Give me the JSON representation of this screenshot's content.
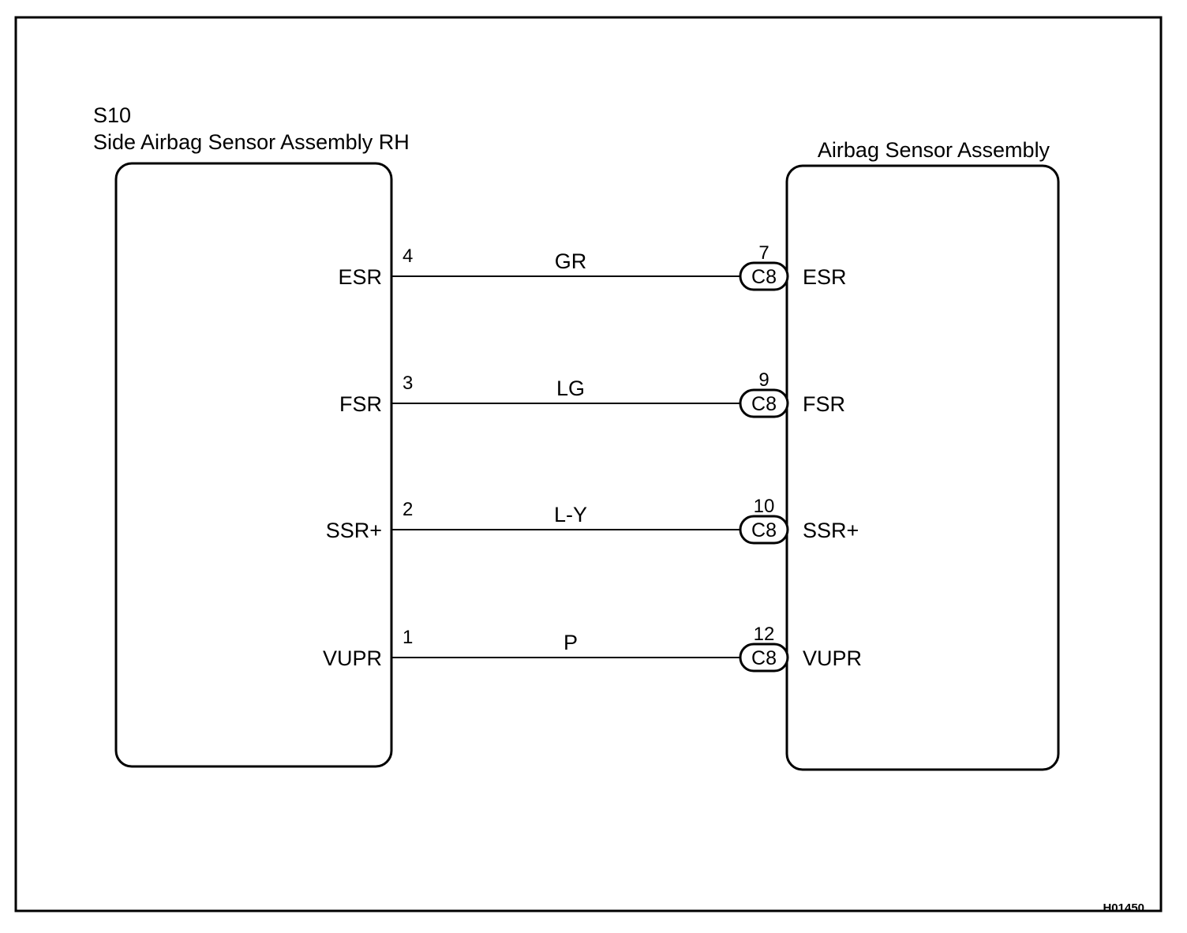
{
  "left_component": {
    "code": "S10",
    "name": "Side Airbag Sensor Assembly RH"
  },
  "right_component": {
    "name": "Airbag Sensor Assembly"
  },
  "wires": [
    {
      "left_terminal": "ESR",
      "left_pin": "4",
      "color": "GR",
      "connector": "C8",
      "right_pin": "7",
      "right_terminal": "ESR"
    },
    {
      "left_terminal": "FSR",
      "left_pin": "3",
      "color": "LG",
      "connector": "C8",
      "right_pin": "9",
      "right_terminal": "FSR"
    },
    {
      "left_terminal": "SSR+",
      "left_pin": "2",
      "color": "L-Y",
      "connector": "C8",
      "right_pin": "10",
      "right_terminal": "SSR+"
    },
    {
      "left_terminal": "VUPR",
      "left_pin": "1",
      "color": "P",
      "connector": "C8",
      "right_pin": "12",
      "right_terminal": "VUPR"
    }
  ],
  "figure_code": "H01450"
}
